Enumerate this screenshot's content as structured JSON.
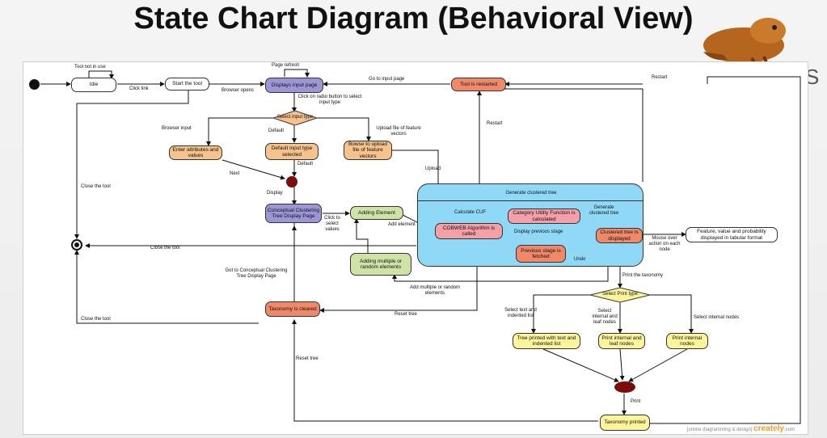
{
  "title": "State Chart Diagram (Behavioral View)",
  "side_letter": "S",
  "colors": {
    "purple": "#9b97d6",
    "orange": "#f5c38b",
    "salmon": "#f0896a",
    "pink": "#f5a0a8",
    "green": "#cfe3a6",
    "yellow": "#fdf59c",
    "cyan": "#8fd9f7",
    "junction": "#7a0c0c"
  },
  "states": {
    "idle": "Idle",
    "start_tool": "Start the tool",
    "displays_input": "Displays input page",
    "tool_restarted": "Tool is restarted",
    "select_input": "Select input type",
    "enter_attributes": "Enter attributes and values",
    "default_input": "Default input type selected",
    "browse_upload": "Bowse to upload file of feature vectors",
    "conceptual_page": "Conceptual Clustering Tree Display Page",
    "adding_element": "Adding Element",
    "adding_multiple": "Adding multiple or random elements",
    "generate_tree": "Generate clustered tree",
    "category_utility": "Category Utility Function is calculated",
    "cobweb": "COBWEB Algorithm is called",
    "clustered_tree": "Clustered tree is displayed",
    "previous_stage": "Previous stage is fetched",
    "feature_table": "Feature, value and probability displayed in tabular format",
    "taxonomy_cleared": "Taxonomy is cleared",
    "select_print": "Select Print type",
    "print_text": "Tree printed with text and indented list",
    "print_internal_leaf": "Print internal and leaf nodes",
    "print_internal": "Print internal nodes",
    "taxonomy_printed": "Taxonomy printed"
  },
  "labels": {
    "tool_not_in_use": "Tool not in use",
    "click_link": "Click link",
    "page_refresh": "Page refresh",
    "browser_opens": "Browser opens",
    "go_to_input": "Go to input page",
    "restart_top": "Restart",
    "click_radio": "Click on radio button to select input type",
    "browser_input": "Browser input",
    "default": "Default",
    "upload_file": "Upload file of feature vectors",
    "restart_mid": "Restart",
    "next": "Next",
    "default2": "Default",
    "upload": "Upload",
    "close_tool_1": "Close the tool",
    "display": "Display",
    "click_select": "Click to select values",
    "add_element": "Add element",
    "calculate_cuf": "Calculate CUF",
    "generate_clustered": "Generate clustered tree",
    "display_previous": "Display previous stage",
    "undo": "Undo",
    "mouse_over": "Mouse over action on each node",
    "close_tool_2": "Close the tool",
    "got_to_conceptual": "Got to Conceptual Clustering Tree Display Page",
    "add_multiple": "Add multiple or random elements",
    "print_taxonomy": "Print the taxonomy",
    "reset_tree_1": "Reset tree",
    "close_tool_3": "Close the tool",
    "select_text_indented": "Select text and indented list",
    "select_internal_leaf": "Select internal and leaf nodes",
    "select_internal": "Select internal nodes",
    "reset_tree_2": "Reset tree",
    "print": "Print"
  },
  "watermark": {
    "prefix": "[online diagramming & design]",
    "brand": "creately",
    "suffix": ".com"
  }
}
